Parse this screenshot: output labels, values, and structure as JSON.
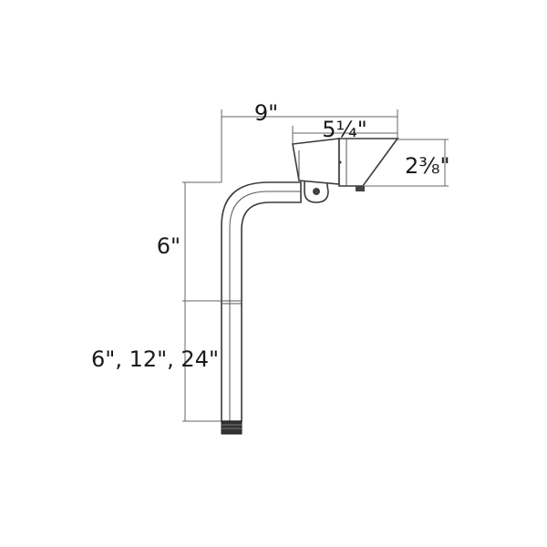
{
  "dimensions": {
    "overall_width": "9\"",
    "head_length": "5¼\"",
    "head_height": "2⅜\"",
    "riser_height": "6\"",
    "stake_lengths": "6\", 12\", 24\""
  },
  "colors": {
    "line": "#3a3a3a",
    "text": "#1a1a1a",
    "base_cap": "#333333"
  }
}
